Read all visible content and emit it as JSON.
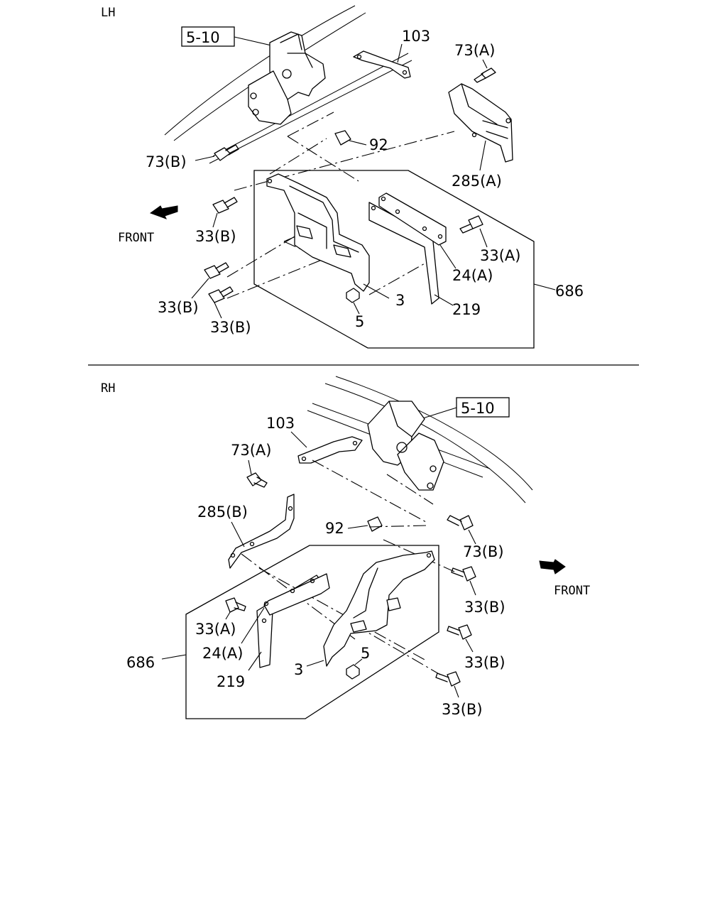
{
  "sections": {
    "lh": {
      "title": "LH",
      "ref_box": "5-10",
      "front": "FRONT",
      "labels": {
        "p103": "103",
        "p73a": "73(A)",
        "p73b": "73(B)",
        "p92": "92",
        "p285a": "285(A)",
        "p33b_top": "33(B)",
        "p33a": "33(A)",
        "p24a": "24(A)",
        "p686": "686",
        "p33b_mid": "33(B)",
        "p3": "3",
        "p219": "219",
        "p33b_bot": "33(B)",
        "p5": "5"
      }
    },
    "rh": {
      "title": "RH",
      "ref_box": "5-10",
      "front": "FRONT",
      "labels": {
        "p103": "103",
        "p73a": "73(A)",
        "p285b": "285(B)",
        "p92": "92",
        "p73b": "73(B)",
        "p33b_1": "33(B)",
        "p33a": "33(A)",
        "p24a": "24(A)",
        "p686": "686",
        "p219": "219",
        "p3": "3",
        "p5": "5",
        "p33b_2": "33(B)",
        "p33b_3": "33(B)"
      }
    }
  }
}
